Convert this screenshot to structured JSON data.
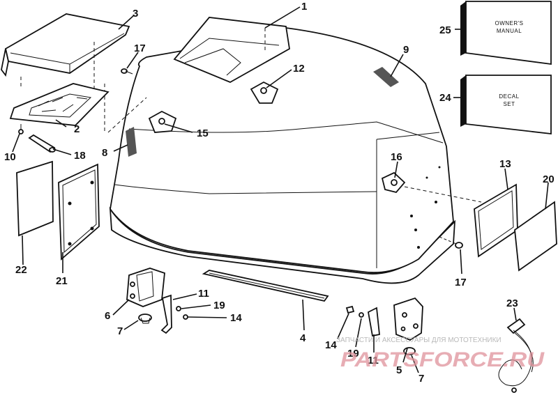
{
  "boxes": {
    "owners_manual_line1": "OWNER'S",
    "owners_manual_line2": "MANUAL",
    "decal_set_line1": "DECAL",
    "decal_set_line2": "SET"
  },
  "callouts": {
    "c1": "1",
    "c2": "2",
    "c3": "3",
    "c4": "4",
    "c5": "5",
    "c6": "6",
    "c7a": "7",
    "c7b": "7",
    "c8": "8",
    "c9": "9",
    "c10": "10",
    "c11a": "11",
    "c11b": "11",
    "c12": "12",
    "c13": "13",
    "c14a": "14",
    "c14b": "14",
    "c15": "15",
    "c16": "16",
    "c17a": "17",
    "c17b": "17",
    "c18": "18",
    "c19a": "19",
    "c19b": "19",
    "c20": "20",
    "c21": "21",
    "c22": "22",
    "c23": "23",
    "c24": "24",
    "c25": "25"
  },
  "watermark": {
    "caption": "ЗАПЧАСТИ И АКСЕССУАРЫ ДЛЯ МОТОТЕХНИКИ",
    "brand": "PARTSFORCE.RU"
  }
}
